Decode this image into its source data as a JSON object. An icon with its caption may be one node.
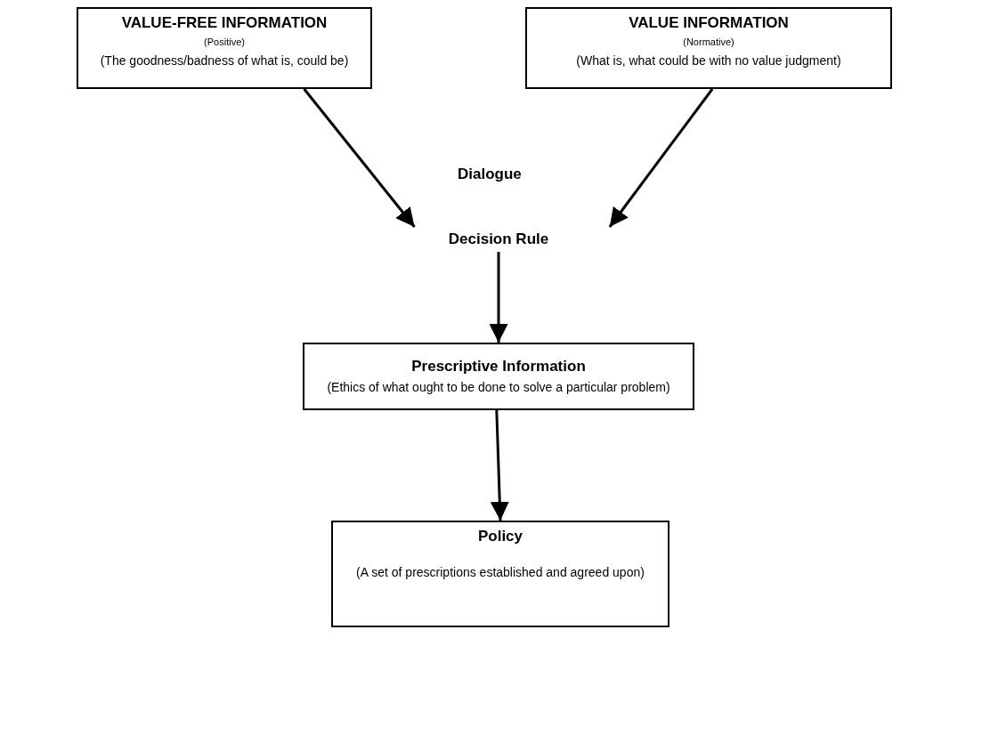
{
  "diagram": {
    "nodes": [
      {
        "text": [
          "VALUE-FREE INFORMATION",
          "(Positive)",
          "(The goodness/badness of what is, could be)"
        ]
      },
      {
        "text": [
          "VALUE INFORMATION",
          "(Normative)",
          "(What is, what could be with no value judgment)"
        ]
      },
      {
        "text": [
          "Decision Rule"
        ]
      },
      {
        "text": [
          "Prescriptive Information",
          "(Ethics of what ought to be done to solve a particular problem)"
        ]
      },
      {
        "text": [
          "Policy",
          "(A set of prescriptions established and agreed upon)"
        ]
      }
    ],
    "edges": [
      {
        "from": 0,
        "to": 2,
        "arrow": "to"
      },
      {
        "from": 1,
        "to": 2,
        "arrow": "to"
      },
      {
        "from": 2,
        "to": 3,
        "arrow": "to"
      },
      {
        "from": 3,
        "to": 4,
        "arrow": "to"
      }
    ],
    "labels": [
      "Dialogue"
    ]
  }
}
